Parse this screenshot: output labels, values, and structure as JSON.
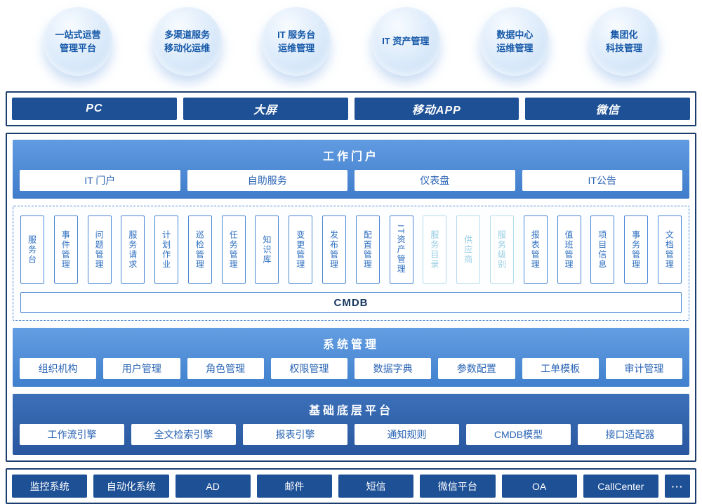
{
  "colors": {
    "outline_navy": "#1c3e6e",
    "solid_button_blue": "#1e5096",
    "band_light_blue": "#4f8bd6",
    "band_dark_blue": "#2a5aa4",
    "module_border_blue": "#4a86d4",
    "module_text_blue": "#2e6fc0",
    "faded_module_blue": "#97cde4",
    "bubble_text_blue": "#1558a8"
  },
  "bubbles": [
    {
      "line1": "一站式运营",
      "line2": "管理平台"
    },
    {
      "line1": "多渠道服务",
      "line2": "移动化运维"
    },
    {
      "line1": "IT 服务台",
      "line2": "运维管理"
    },
    {
      "line1": "IT 资产管理",
      "line2": ""
    },
    {
      "line1": "数据中心",
      "line2": "运维管理"
    },
    {
      "line1": "集团化",
      "line2": "科技管理"
    }
  ],
  "channels": {
    "items": [
      {
        "label": "PC"
      },
      {
        "label": "大屏"
      },
      {
        "label": "移动APP"
      },
      {
        "label": "微信"
      }
    ]
  },
  "portal": {
    "title": "工作门户",
    "items": [
      {
        "label": "IT 门户"
      },
      {
        "label": "自助服务"
      },
      {
        "label": "仪表盘"
      },
      {
        "label": "IT公告"
      }
    ]
  },
  "modules": {
    "cmdb_label": "CMDB",
    "items": [
      {
        "label": "服务台"
      },
      {
        "label": "事件管理"
      },
      {
        "label": "问题管理"
      },
      {
        "label": "服务请求"
      },
      {
        "label": "计划作业"
      },
      {
        "label": "巡检管理"
      },
      {
        "label": "任务管理"
      },
      {
        "label": "知识库"
      },
      {
        "label": "变更管理"
      },
      {
        "label": "发布管理"
      },
      {
        "label": "配置管理"
      },
      {
        "label": "IT资产管理"
      },
      {
        "label": "服务目录"
      },
      {
        "label": "供应商"
      },
      {
        "label": "服务级别"
      },
      {
        "label": "报表管理"
      },
      {
        "label": "值班管理"
      },
      {
        "label": "项目信息"
      },
      {
        "label": "事务管理"
      },
      {
        "label": "文档管理"
      }
    ]
  },
  "system": {
    "title": "系统管理",
    "items": [
      {
        "label": "组织机构"
      },
      {
        "label": "用户管理"
      },
      {
        "label": "角色管理"
      },
      {
        "label": "权限管理"
      },
      {
        "label": "数据字典"
      },
      {
        "label": "参数配置"
      },
      {
        "label": "工单模板"
      },
      {
        "label": "审计管理"
      }
    ]
  },
  "platform": {
    "title": "基础底层平台",
    "items": [
      {
        "label": "工作流引擎"
      },
      {
        "label": "全文检索引擎"
      },
      {
        "label": "报表引擎"
      },
      {
        "label": "通知规则"
      },
      {
        "label": "CMDB模型"
      },
      {
        "label": "接口适配器"
      }
    ]
  },
  "integrations": {
    "items": [
      {
        "label": "监控系统"
      },
      {
        "label": "自动化系统"
      },
      {
        "label": "AD"
      },
      {
        "label": "邮件"
      },
      {
        "label": "短信"
      },
      {
        "label": "微信平台"
      },
      {
        "label": "OA"
      },
      {
        "label": "CallCenter"
      },
      {
        "label": "···"
      }
    ]
  }
}
